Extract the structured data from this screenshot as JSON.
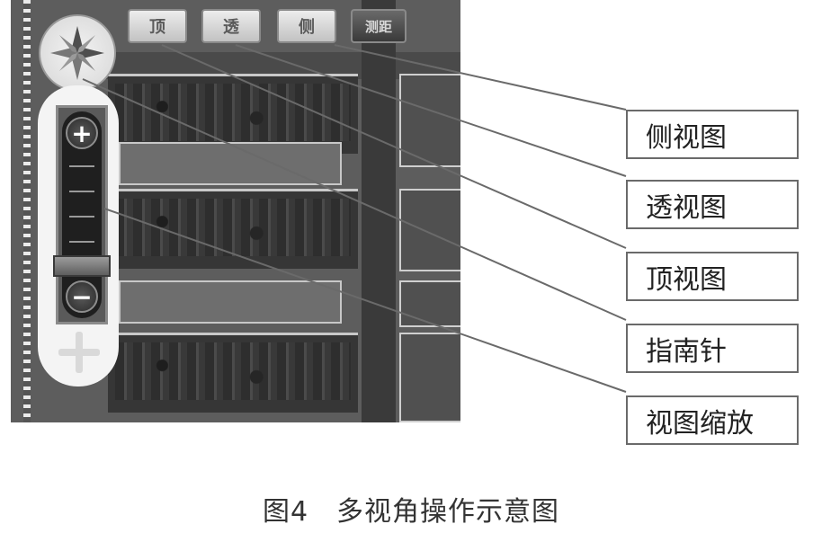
{
  "view_buttons": {
    "top": "顶",
    "perspective": "透",
    "side": "侧",
    "measure": "测距"
  },
  "zoom": {
    "plus": "+",
    "minus": "−"
  },
  "callouts": {
    "side_view": "侧视图",
    "perspective_view": "透视图",
    "top_view": "顶视图",
    "compass": "指南针",
    "view_zoom": "视图缩放"
  },
  "caption": "图4　多视角操作示意图",
  "icons": [
    "compass-icon",
    "zoom-in-icon",
    "zoom-out-icon",
    "pan-icon"
  ],
  "colors": {
    "callout_border": "#6a6a6a",
    "leader_line": "#6a6a6a",
    "panel_bg": "#f4f4f4"
  }
}
